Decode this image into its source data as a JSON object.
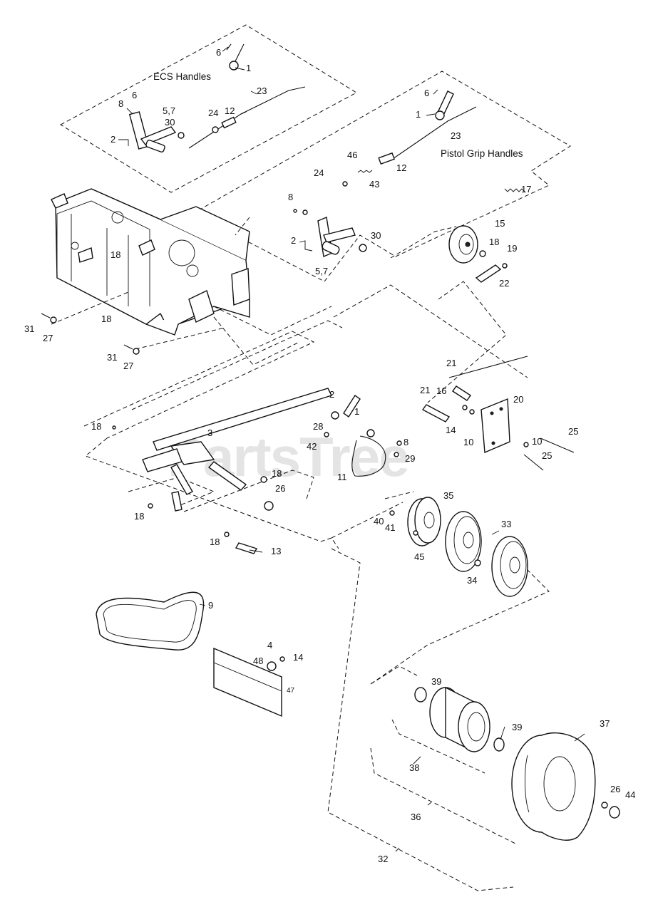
{
  "watermark": "PartsTree",
  "group_titles": {
    "ecs": "ECS Handles",
    "pistol": "Pistol Grip Handles"
  },
  "callouts": [
    "6",
    "1",
    "ECS-8",
    "ECS-6",
    "5,7",
    "30",
    "24",
    "12",
    "23",
    "2",
    "6",
    "1",
    "23",
    "46",
    "12",
    "24",
    "43",
    "17",
    "8",
    "2",
    "30",
    "5,7",
    "15",
    "18",
    "19",
    "22",
    "18",
    "18",
    "31",
    "27",
    "31",
    "27",
    "21",
    "21",
    "16",
    "20",
    "14",
    "10",
    "10",
    "25",
    "25",
    "2",
    "1",
    "28",
    "42",
    "8",
    "29",
    "11",
    "3",
    "18",
    "18",
    "26",
    "18",
    "18",
    "13",
    "35",
    "40",
    "41",
    "33",
    "45",
    "34",
    "9",
    "4",
    "48",
    "14",
    "47",
    "39",
    "39",
    "37",
    "38",
    "26",
    "44",
    "36",
    "32"
  ]
}
